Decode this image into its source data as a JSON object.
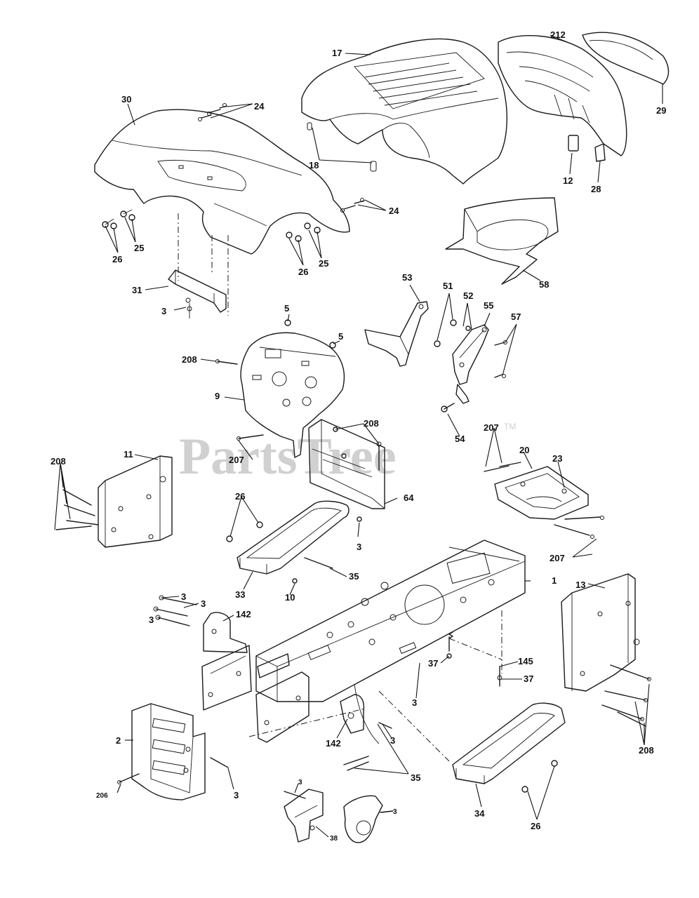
{
  "watermark": {
    "text": "PartsTree",
    "trademark": "TM"
  },
  "labels": {
    "l_17": "17",
    "l_212": "212",
    "l_29": "29",
    "l_12": "12",
    "l_28": "28",
    "l_18": "18",
    "l_30": "30",
    "l_24a": "24",
    "l_24b": "24",
    "l_25a": "25",
    "l_26a": "26",
    "l_25b": "25",
    "l_26b": "26",
    "l_31": "31",
    "l_3a": "3",
    "l_58": "58",
    "l_53": "53",
    "l_51": "51",
    "l_52": "52",
    "l_55": "55",
    "l_57": "57",
    "l_54": "54",
    "l_5a": "5",
    "l_5b": "5",
    "l_208a": "208",
    "l_9": "9",
    "l_208b": "208",
    "l_207a": "207",
    "l_64": "64",
    "l_11": "11",
    "l_208c": "208",
    "l_207b": "207",
    "l_20": "20",
    "l_23": "23",
    "l_207c": "207",
    "l_26c": "26",
    "l_3b": "3",
    "l_35a": "35",
    "l_33": "33",
    "l_10": "10",
    "l_1": "1",
    "l_13": "13",
    "l_3c": "3",
    "l_3d": "3",
    "l_3e": "3",
    "l_142a": "142",
    "l_37a": "37",
    "l_145": "145",
    "l_37b": "37",
    "l_3f": "3",
    "l_2": "2",
    "l_142b": "142",
    "l_3g": "3",
    "l_35b": "35",
    "l_208d": "208",
    "l_206": "206",
    "l_3h": "3",
    "l_3i": "3",
    "l_3j": "3",
    "l_38": "38",
    "l_34": "34",
    "l_26d": "26"
  }
}
